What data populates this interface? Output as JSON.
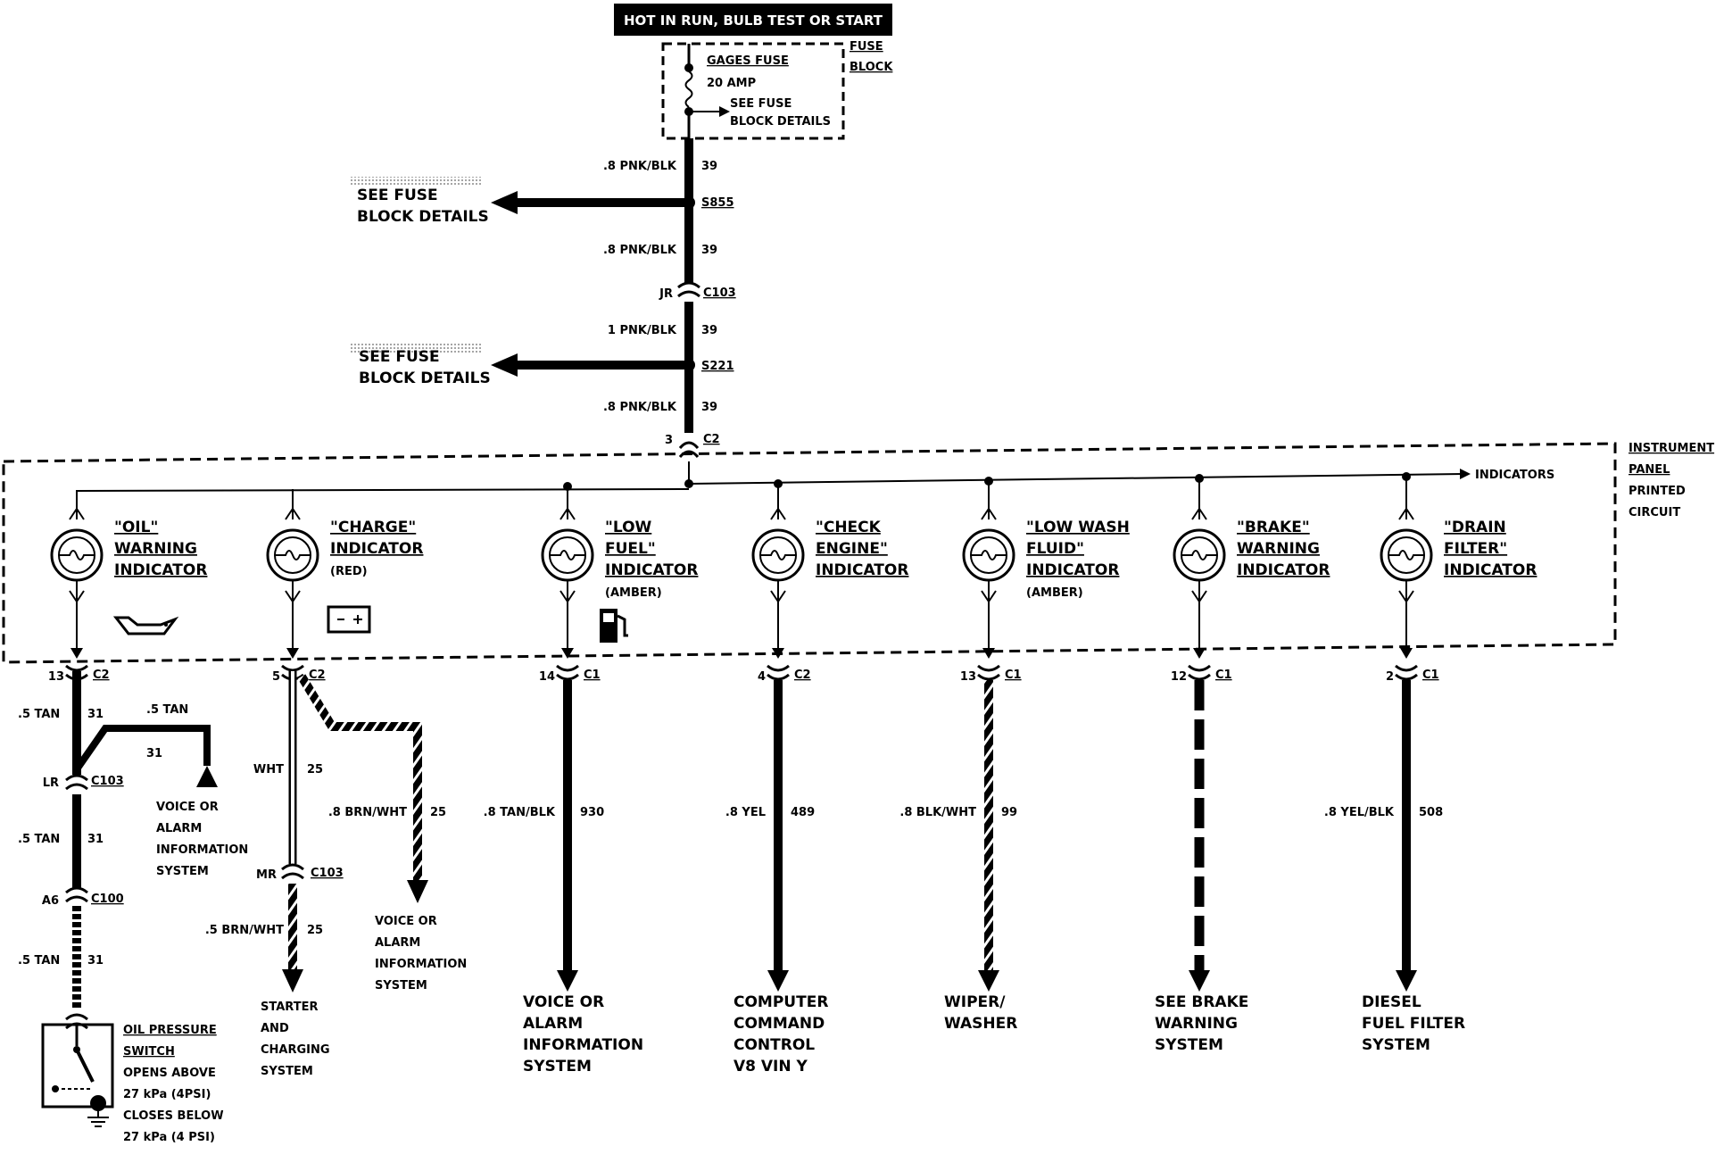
{
  "header": {
    "power_label": "HOT IN RUN, BULB TEST OR START"
  },
  "fuse": {
    "name": "GAGES FUSE",
    "rating": "20 AMP",
    "see_1": "SEE FUSE",
    "see_2": "BLOCK DETAILS",
    "block_1": "FUSE",
    "block_2": "BLOCK"
  },
  "feed": {
    "w1_gauge": ".8 PNK/BLK",
    "w1_circuit": "39",
    "s855": "S855",
    "s855_note_1": "SEE FUSE",
    "s855_note_2": "BLOCK DETAILS",
    "w2_gauge": ".8 PNK/BLK",
    "w2_circuit": "39",
    "c103_pin": "JR",
    "c103": "C103",
    "w3_gauge": "1 PNK/BLK",
    "w3_circuit": "39",
    "s221": "S221",
    "s221_note_1": "SEE FUSE",
    "s221_note_2": "BLOCK DETAILS",
    "w4_gauge": ".8 PNK/BLK",
    "w4_circuit": "39",
    "c2_pin": "3",
    "c2": "C2"
  },
  "panel": {
    "label": [
      "INSTRUMENT",
      "PANEL",
      "PRINTED",
      "CIRCUIT"
    ],
    "indicators_arrow": "INDICATORS"
  },
  "indicators": [
    {
      "lines": [
        "\"OIL\"",
        "WARNING",
        "INDICATOR"
      ],
      "note": "",
      "icon": "oil-can-icon",
      "pin": "13",
      "conn": "C2"
    },
    {
      "lines": [
        "\"CHARGE\"",
        "INDICATOR"
      ],
      "note": "(RED)",
      "icon": "battery-icon",
      "pin": "5",
      "conn": "C2"
    },
    {
      "lines": [
        "\"LOW",
        "FUEL\"",
        "INDICATOR"
      ],
      "note": "(AMBER)",
      "icon": "fuel-pump-icon",
      "pin": "14",
      "conn": "C1",
      "gauge": ".8 TAN/BLK",
      "circuit": "930",
      "dest": [
        "VOICE OR",
        "ALARM",
        "INFORMATION",
        "SYSTEM"
      ]
    },
    {
      "lines": [
        "\"CHECK",
        "ENGINE\"",
        "INDICATOR"
      ],
      "note": "",
      "icon": "",
      "pin": "4",
      "conn": "C2",
      "gauge": ".8 YEL",
      "circuit": "489",
      "dest": [
        "COMPUTER",
        "COMMAND",
        "CONTROL",
        "V8 VIN Y"
      ]
    },
    {
      "lines": [
        "\"LOW WASH",
        "FLUID\"",
        "INDICATOR"
      ],
      "note": "(AMBER)",
      "icon": "",
      "pin": "13",
      "conn": "C1",
      "gauge": ".8 BLK/WHT",
      "circuit": "99",
      "dest": [
        "WIPER/",
        "WASHER"
      ]
    },
    {
      "lines": [
        "\"BRAKE\"",
        "WARNING",
        "INDICATOR"
      ],
      "note": "",
      "icon": "",
      "pin": "12",
      "conn": "C1",
      "gauge": "",
      "circuit": "",
      "dest": [
        "SEE BRAKE",
        "WARNING",
        "SYSTEM"
      ]
    },
    {
      "lines": [
        "\"DRAIN",
        "FILTER\"",
        "INDICATOR"
      ],
      "note": "",
      "icon": "",
      "pin": "2",
      "conn": "C1",
      "gauge": ".8 YEL/BLK",
      "circuit": "508",
      "dest": [
        "DIESEL",
        "FUEL FILTER",
        "SYSTEM"
      ]
    }
  ],
  "oil_circuit": {
    "w1_gauge": ".5 TAN",
    "w1_circuit": "31",
    "branch_gauge": ".5 TAN",
    "branch_circuit": "31",
    "branch_dest": [
      "VOICE OR",
      "ALARM",
      "INFORMATION",
      "SYSTEM"
    ],
    "c103_pin": "LR",
    "c103": "C103",
    "w2_gauge": ".5 TAN",
    "w2_circuit": "31",
    "c100_pin": "A6",
    "c100": "C100",
    "w3_gauge": ".5 TAN",
    "w3_circuit": "31",
    "switch": [
      "OIL PRESSURE",
      "SWITCH",
      "OPENS ABOVE",
      "27 kPa (4PSI)",
      "CLOSES BELOW",
      "27 kPa (4 PSI)"
    ]
  },
  "charge_circuit": {
    "w1_gauge": "WHT",
    "w1_circuit": "25",
    "branch_gauge": ".8 BRN/WHT",
    "branch_circuit": "25",
    "branch_dest": [
      "VOICE OR",
      "ALARM",
      "INFORMATION",
      "SYSTEM"
    ],
    "c103_pin": "MR",
    "c103": "C103",
    "w2_gauge": ".5 BRN/WHT",
    "w2_circuit": "25",
    "dest": [
      "STARTER",
      "AND",
      "CHARGING",
      "SYSTEM"
    ]
  }
}
